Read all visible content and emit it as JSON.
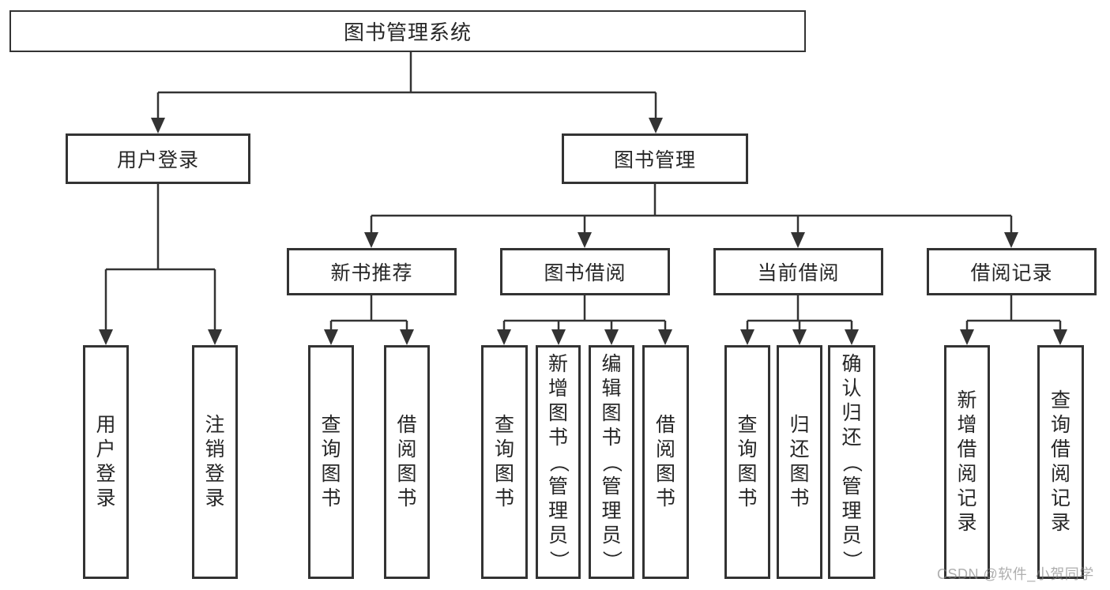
{
  "tree": {
    "label": "图书管理系统",
    "children": [
      {
        "label": "用户登录",
        "children": [
          {
            "label": "用户登录"
          },
          {
            "label": "注销登录"
          }
        ]
      },
      {
        "label": "图书管理",
        "children": [
          {
            "label": "新书推荐",
            "children": [
              {
                "label": "查询图书"
              },
              {
                "label": "借阅图书"
              }
            ]
          },
          {
            "label": "图书借阅",
            "children": [
              {
                "label": "查询图书"
              },
              {
                "label": "新增图书（管理员）"
              },
              {
                "label": "编辑图书（管理员）"
              },
              {
                "label": "借阅图书"
              }
            ]
          },
          {
            "label": "当前借阅",
            "children": [
              {
                "label": "查询图书"
              },
              {
                "label": "归还图书"
              },
              {
                "label": "确认归还（管理员）"
              }
            ]
          },
          {
            "label": "借阅记录",
            "children": [
              {
                "label": "新增借阅记录"
              },
              {
                "label": "查询借阅记录"
              }
            ]
          }
        ]
      }
    ]
  },
  "watermark": "CSDN @软件_小贺同学",
  "colors": {
    "line": "#333333",
    "text": "#262626",
    "watermark": "#9c9c9c",
    "background": "#ffffff"
  }
}
